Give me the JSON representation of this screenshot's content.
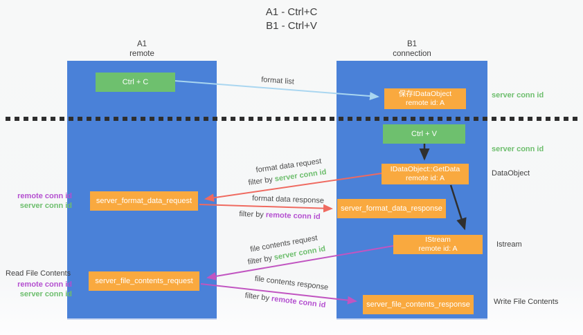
{
  "title": {
    "line1": "A1 - Ctrl+C",
    "line2": "B1 - Ctrl+V"
  },
  "lanes": {
    "left": {
      "name": "A1",
      "subtitle": "remote"
    },
    "right": {
      "name": "B1",
      "subtitle": "connection"
    }
  },
  "nodes": {
    "ctrl_c": {
      "label": "Ctrl + C"
    },
    "ctrl_v": {
      "label": "Ctrl + V"
    },
    "save_idataobject": {
      "line1": "保存IDataObject",
      "line2": "remote id: A"
    },
    "getdata": {
      "line1": "IDataObject::GetData",
      "line2": "remote id: A"
    },
    "istream": {
      "line1": "IStream",
      "line2": "remote id: A"
    },
    "format_request": {
      "label": "server_format_data_request"
    },
    "format_response": {
      "label": "server_format_data_response"
    },
    "file_request": {
      "label": "server_file_contents_request"
    },
    "file_response": {
      "label": "server_file_contents_response"
    }
  },
  "flows": {
    "format_list": {
      "label": "format list"
    },
    "format_data_request": {
      "label": "format data request",
      "filter_prefix": "filter by",
      "filter_key": "server conn id"
    },
    "format_data_response": {
      "label": "format data response",
      "filter_prefix": "filter by",
      "filter_key": "remote conn id"
    },
    "file_contents_request": {
      "label": "file contents request",
      "filter_prefix": "filter by",
      "filter_key": "server conn id"
    },
    "file_contents_response": {
      "label": "file contents response",
      "filter_prefix": "filter by",
      "filter_key": "remote conn id"
    }
  },
  "side_labels": {
    "right_server_conn_top": "server conn id",
    "right_server_conn_mid": "server conn id",
    "dataobject": "DataObject",
    "istream": "Istream",
    "write_file_contents": "Write File Contents",
    "read_file_contents": "Read File Contents",
    "left_remote_conn_1": "remote conn id",
    "left_server_conn_1": "server conn id",
    "left_remote_conn_2": "remote conn id",
    "left_server_conn_2": "server conn id"
  },
  "colors": {
    "lane_blue": "#4A81D8",
    "box_green": "#6EC06E",
    "box_orange": "#F9A93F",
    "arrow_light_blue": "#A9D6F0",
    "arrow_red": "#EF6A60",
    "arrow_magenta": "#C155C1",
    "arrow_black": "#2F2F2F",
    "text_green": "#6DBE6D",
    "text_purple": "#B44FD0",
    "text_dark": "#3F3F3F"
  }
}
